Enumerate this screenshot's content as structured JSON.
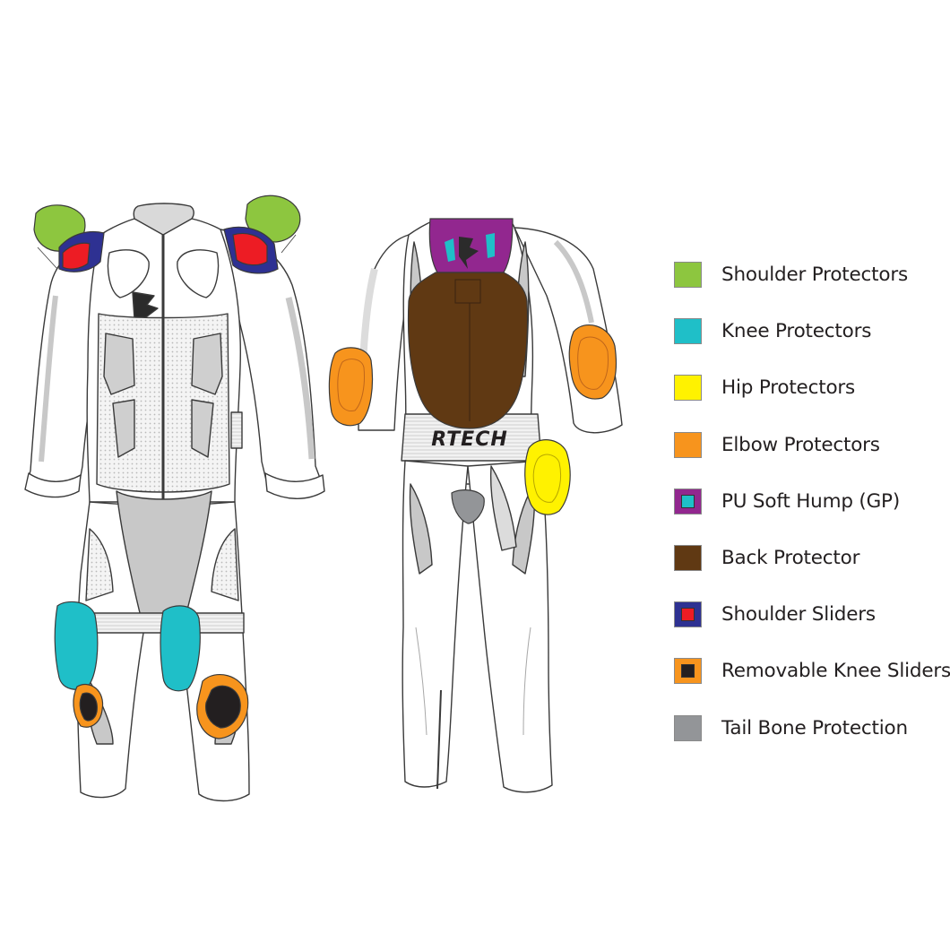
{
  "legend": {
    "items": [
      {
        "label": "Shoulder Protectors",
        "color": "#8dc63f",
        "inner_color": null
      },
      {
        "label": "Knee Protectors",
        "color": "#1fbfc8",
        "inner_color": null
      },
      {
        "label": "Hip Protectors",
        "color": "#fff200",
        "inner_color": null
      },
      {
        "label": "Elbow Protectors",
        "color": "#f7941d",
        "inner_color": null
      },
      {
        "label": "PU Soft Hump (GP)",
        "color": "#92278f",
        "inner_color": "#1fbfc8"
      },
      {
        "label": "Back Protector",
        "color": "#603913",
        "inner_color": null
      },
      {
        "label": "Shoulder Sliders",
        "color": "#2e3192",
        "inner_color": "#ed1c24"
      },
      {
        "label": "Removable Knee Sliders",
        "color": "#f7941d",
        "inner_color": "#231f20"
      },
      {
        "label": "Tail Bone Protection",
        "color": "#939598",
        "inner_color": null
      }
    ]
  },
  "branding": {
    "back_logo_text": "RTECH"
  },
  "colors": {
    "outline": "#3a3a3a",
    "suit_white": "#ffffff",
    "panel_grey": "#c8c8c8",
    "panel_light_grey": "#dcdcdc",
    "mesh_grey": "#ececec",
    "accent_dark": "#2b2b2b"
  }
}
